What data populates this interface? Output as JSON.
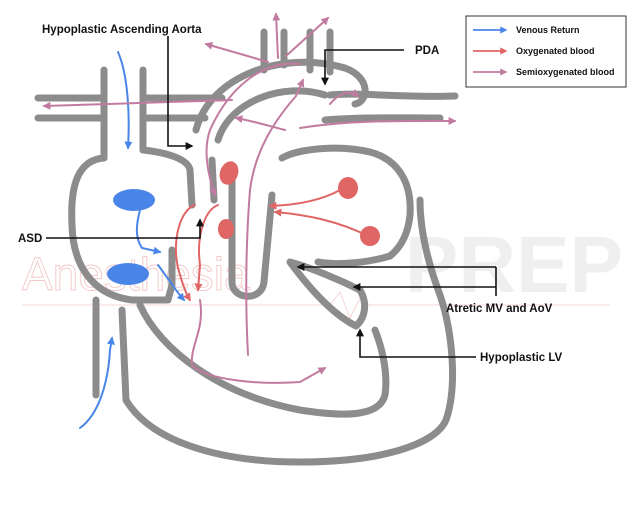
{
  "labels": {
    "aorta": "Hypoplastic Ascending Aorta",
    "pda": "PDA",
    "asd": "ASD",
    "mv_aov": "Atretic MV and AoV",
    "lv": "Hypoplastic LV"
  },
  "legend": {
    "items": [
      {
        "label": "Venous Return",
        "color": "#4a86e8"
      },
      {
        "label": "Oxygenated blood",
        "color": "#e06666"
      },
      {
        "label": "Semioxygenated blood",
        "color": "#c27ba0"
      }
    ]
  },
  "watermark": {
    "part1": "Anesthesia",
    "part2": "PREP"
  },
  "colors": {
    "wall": "#8c8c8c",
    "venous": "#4a86e8",
    "oxygenated": "#e06666",
    "semi": "#c27ba0",
    "pointer": "#111111"
  }
}
